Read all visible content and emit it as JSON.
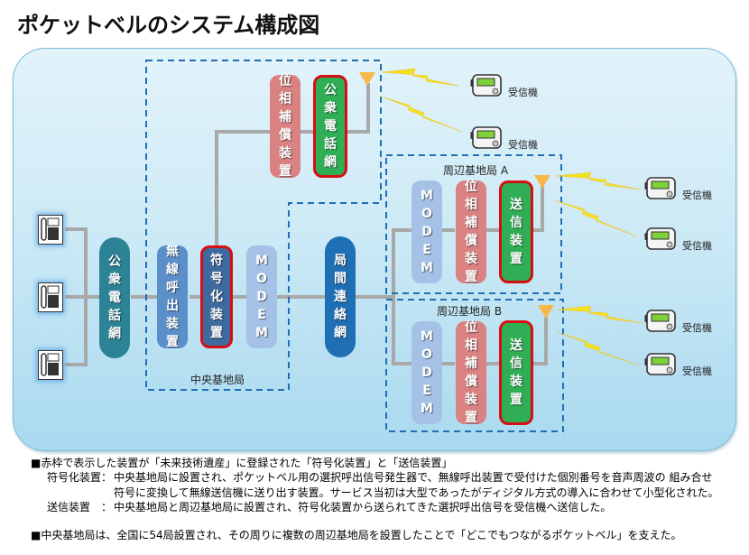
{
  "title": "ポケットベルのシステム構成図",
  "diagram": {
    "telephones": [
      {
        "icon": "telephone-icon"
      },
      {
        "icon": "telephone-icon"
      },
      {
        "icon": "telephone-icon"
      }
    ],
    "public_network_left": "公衆電話網",
    "central_station": {
      "label": "中央基地局",
      "radio_call_unit": "無線呼出装置",
      "encoder": "符号化装置",
      "modem": "MODEM",
      "phase_compensator": "位相補償装置",
      "transmitter": "公衆電話網"
    },
    "interoffice_network": "局間連絡網",
    "peripheral_a": {
      "label": "周辺基地局 A",
      "modem": "MODEM",
      "phase_compensator": "位相補償装置",
      "transmitter": "送信装置"
    },
    "peripheral_b": {
      "label": "周辺基地局 B",
      "modem": "MODEM",
      "phase_compensator": "位相補償装置",
      "transmitter": "送信装置"
    },
    "receiver_label": "受信機",
    "legend": {
      "highlight_color": "#d60f14"
    }
  },
  "notes": {
    "line1": "■赤枠で表示した装置が「未来技術遺産」に登録された「符号化装置」と「送信装置」",
    "encoder_term": "符号化装置：",
    "encoder_desc1": "中央基地局に設置され、ポケットベル用の選択呼出信号発生器で、無線呼出装置で受付けた個別番号を音声周波の 組み合せ",
    "encoder_desc2": "符号に変換して無線送信機に送り出す装置。サービス当初は大型であったがディジタル方式の導入に合わせて小型化された。",
    "transmitter_term": "送信装置　：",
    "transmitter_desc": "中央基地局と周辺基地局に設置され、符号化装置から送られてきた選択呼出信号を受信機へ送信した。",
    "line_last": "■中央基地局は、全国に54局設置され、その周りに複数の周辺基地局を設置したことで「どこでもつながるポケットベル」を支えた。"
  }
}
